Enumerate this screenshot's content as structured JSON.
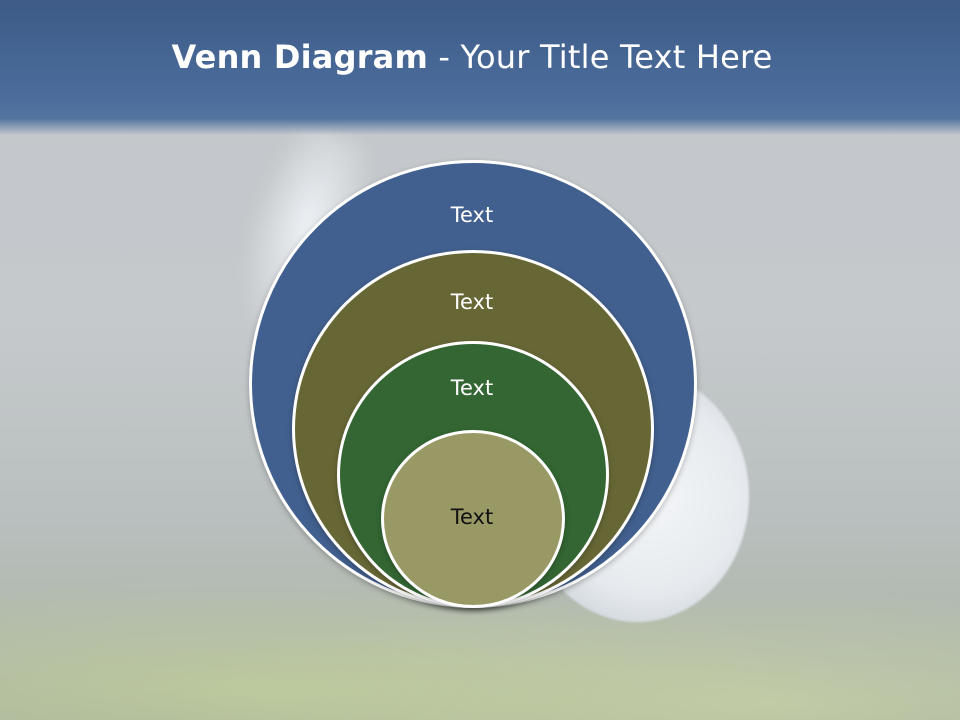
{
  "slide": {
    "title_strong": "Venn Diagram",
    "title_rest": " - Your Title Text Here"
  },
  "diagram": {
    "type": "nested-circles",
    "circles": [
      {
        "label": "Text",
        "color": "#42608f"
      },
      {
        "label": "Text",
        "color": "#676736"
      },
      {
        "label": "Text",
        "color": "#336633"
      },
      {
        "label": "Text",
        "color": "#999966"
      }
    ]
  },
  "colors": {
    "header_band": "#4b6c9c",
    "background": "#c5c9cc",
    "circle_outline": "#ffffff"
  },
  "background_image": "golf-ball-on-tee"
}
